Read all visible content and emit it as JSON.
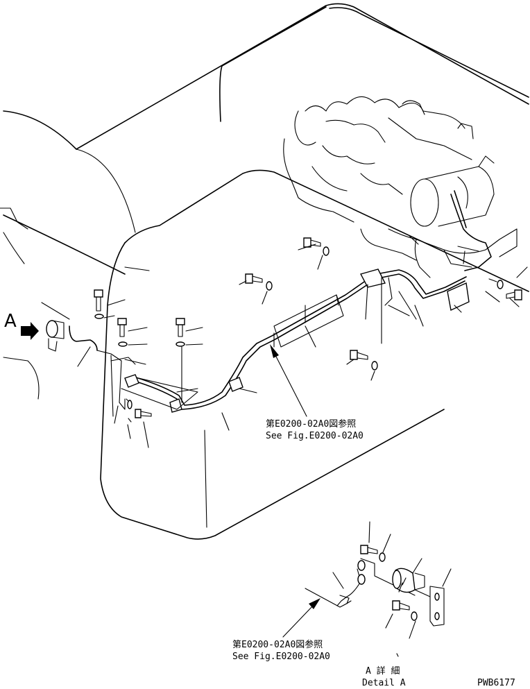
{
  "callout_main": {
    "ja": "第E0200-02A0図参照",
    "en": "See Fig.E0200-02A0"
  },
  "callout_detail": {
    "ja": "第E0200-02A0図参照",
    "en": "See Fig.E0200-02A0"
  },
  "view_marker": "A",
  "detail_title": {
    "ja": "A 詳 細",
    "en": "Detail A"
  },
  "drawing_code": "PWB6177"
}
